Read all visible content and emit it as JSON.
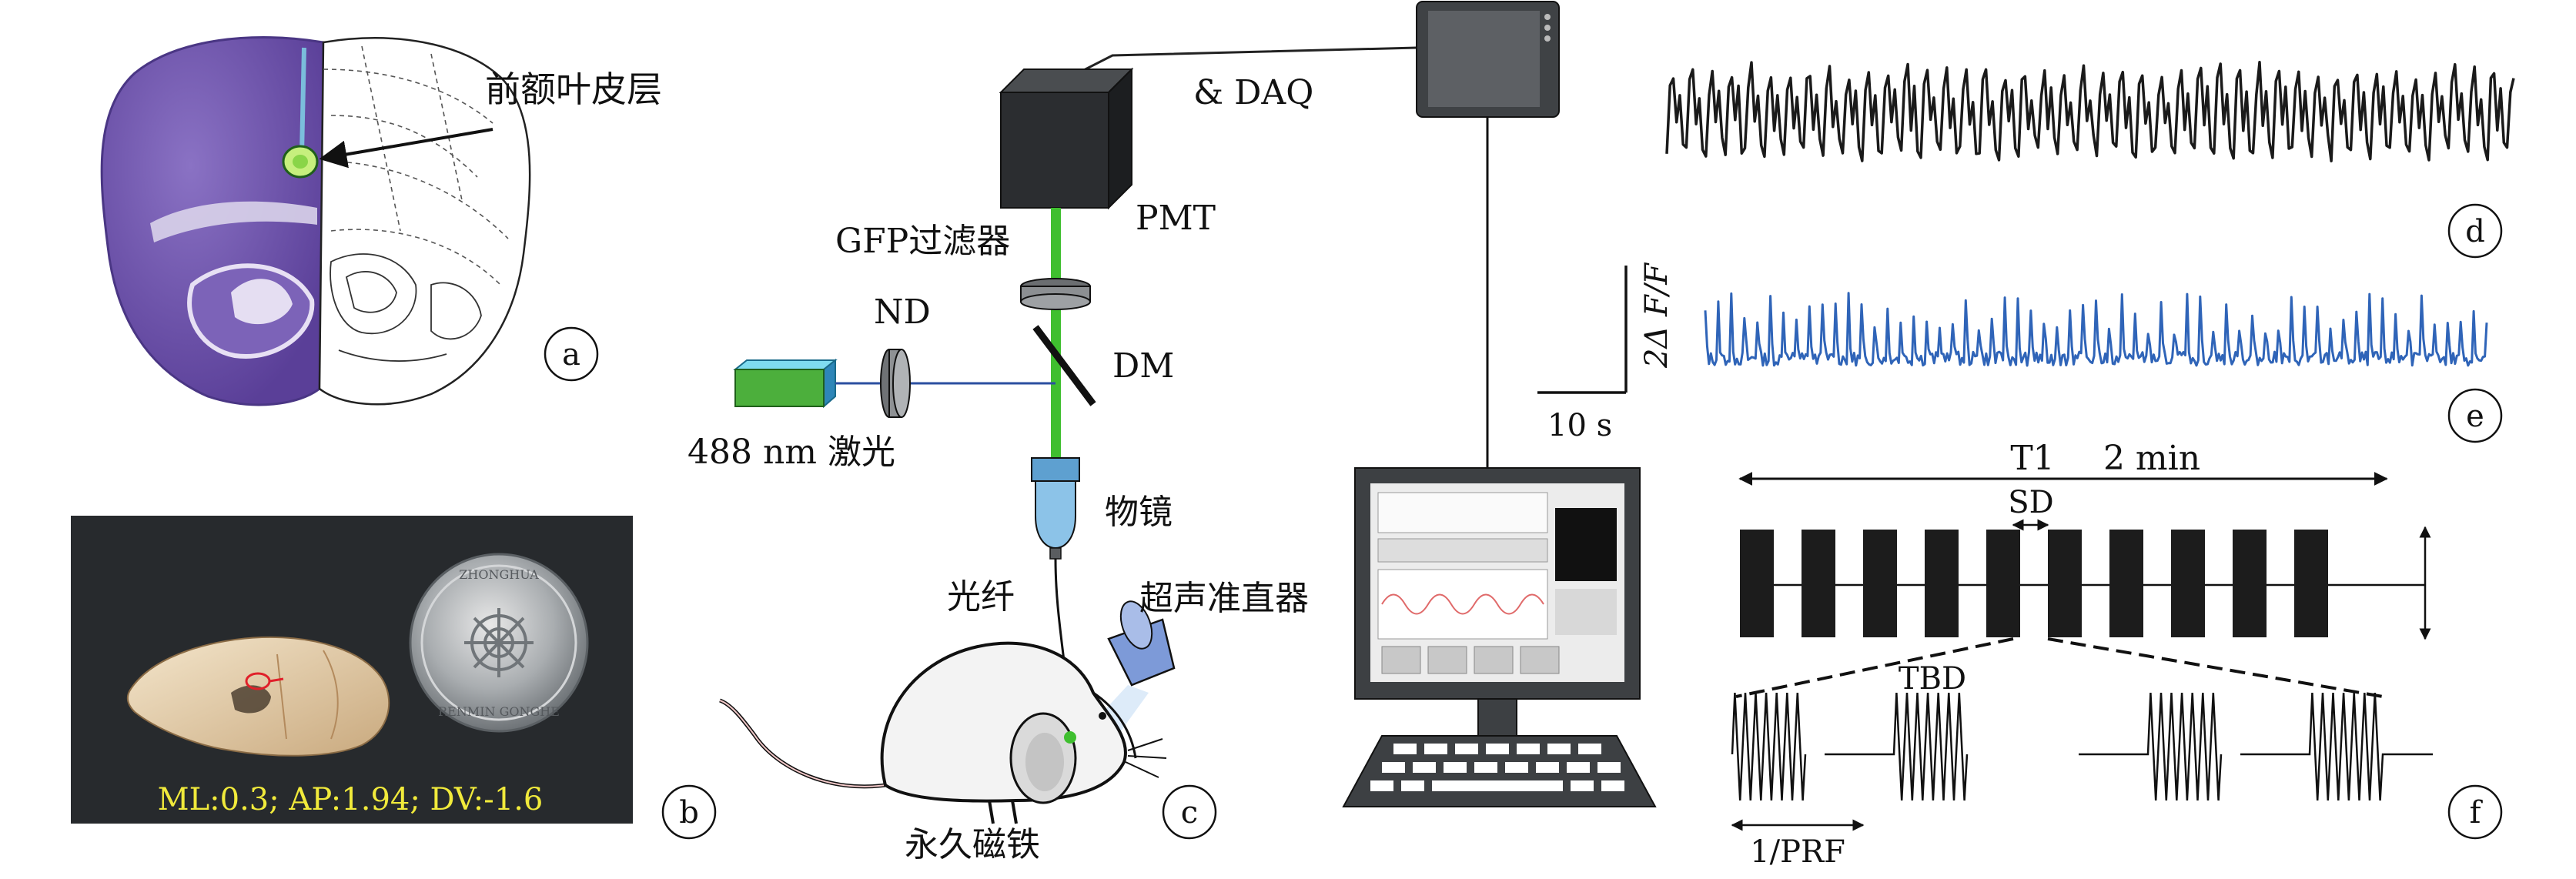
{
  "panel_a": {
    "label": "a",
    "annotation": "前额叶皮层"
  },
  "panel_b": {
    "label": "b",
    "coordinates_text": "ML:0.3; AP:1.94; DV:-1.6",
    "coin_text_top": "ZHONGHUA",
    "coin_text_bottom": "RENMIN GONGHE"
  },
  "panel_c": {
    "label": "c",
    "pmt": "PMT",
    "daq": "& DAQ",
    "filter": "GFP过滤器",
    "nd": "ND",
    "dm": "DM",
    "laser": "488 nm 激光",
    "objective": "物镜",
    "fiber": "光纤",
    "collimator": "超声准直器",
    "magnet": "永久磁铁"
  },
  "panel_d": {
    "label": "d"
  },
  "panel_e": {
    "label": "e",
    "scale_y": "2Δ F/F",
    "scale_x": "10 s"
  },
  "panel_f": {
    "label": "f",
    "t1": "T1",
    "duration": "2 min",
    "sd": "SD",
    "tbd": "TBD",
    "prf": "1/PRF"
  },
  "colors": {
    "green_beam": "#3fbf2f",
    "trace_d": "#1a1a1a",
    "trace_e": "#2f64b8",
    "brain_stain": "#6a4fa8",
    "photo_bg": "#2e3236",
    "coord_text": "#f1ea3b"
  }
}
